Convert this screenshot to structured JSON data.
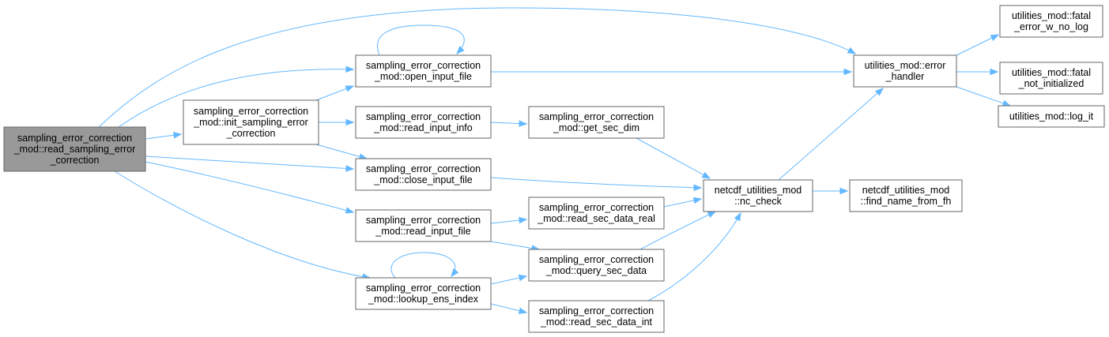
{
  "diagram": {
    "type": "call-graph",
    "colors": {
      "edge": "#63b8ff",
      "node_border": "#666666",
      "root_fill": "#999999",
      "node_fill": "#ffffff"
    },
    "nodes": [
      {
        "id": "read_sampling_error_correction",
        "lines": [
          "sampling_error_correction",
          "_mod::read_sampling_error",
          "_correction"
        ],
        "root": true
      },
      {
        "id": "init_sampling_error_correction",
        "lines": [
          "sampling_error_correction",
          "_mod::init_sampling_error",
          "_correction"
        ]
      },
      {
        "id": "open_input_file",
        "lines": [
          "sampling_error_correction",
          "_mod::open_input_file"
        ]
      },
      {
        "id": "read_input_info",
        "lines": [
          "sampling_error_correction",
          "_mod::read_input_info"
        ]
      },
      {
        "id": "close_input_file",
        "lines": [
          "sampling_error_correction",
          "_mod::close_input_file"
        ]
      },
      {
        "id": "read_input_file",
        "lines": [
          "sampling_error_correction",
          "_mod::read_input_file"
        ]
      },
      {
        "id": "lookup_ens_index",
        "lines": [
          "sampling_error_correction",
          "_mod::lookup_ens_index"
        ]
      },
      {
        "id": "get_sec_dim",
        "lines": [
          "sampling_error_correction",
          "_mod::get_sec_dim"
        ]
      },
      {
        "id": "read_sec_data_real",
        "lines": [
          "sampling_error_correction",
          "_mod::read_sec_data_real"
        ]
      },
      {
        "id": "query_sec_data",
        "lines": [
          "sampling_error_correction",
          "_mod::query_sec_data"
        ]
      },
      {
        "id": "read_sec_data_int",
        "lines": [
          "sampling_error_correction",
          "_mod::read_sec_data_int"
        ]
      },
      {
        "id": "nc_check",
        "lines": [
          "netcdf_utilities_mod",
          "::nc_check"
        ]
      },
      {
        "id": "error_handler",
        "lines": [
          "utilities_mod::error",
          "_handler"
        ]
      },
      {
        "id": "find_name_from_fh",
        "lines": [
          "netcdf_utilities_mod",
          "::find_name_from_fh"
        ]
      },
      {
        "id": "fatal_error_w_no_log",
        "lines": [
          "utilities_mod::fatal",
          "_error_w_no_log"
        ]
      },
      {
        "id": "fatal_not_initialized",
        "lines": [
          "utilities_mod::fatal",
          "_not_initialized"
        ]
      },
      {
        "id": "log_it",
        "lines": [
          "utilities_mod::log_it"
        ]
      }
    ],
    "edges": [
      {
        "from": "read_sampling_error_correction",
        "to": "error_handler"
      },
      {
        "from": "read_sampling_error_correction",
        "to": "open_input_file"
      },
      {
        "from": "read_sampling_error_correction",
        "to": "init_sampling_error_correction"
      },
      {
        "from": "read_sampling_error_correction",
        "to": "close_input_file"
      },
      {
        "from": "read_sampling_error_correction",
        "to": "read_input_file"
      },
      {
        "from": "read_sampling_error_correction",
        "to": "lookup_ens_index"
      },
      {
        "from": "init_sampling_error_correction",
        "to": "open_input_file"
      },
      {
        "from": "init_sampling_error_correction",
        "to": "read_input_info"
      },
      {
        "from": "init_sampling_error_correction",
        "to": "close_input_file"
      },
      {
        "from": "open_input_file",
        "to": "open_input_file"
      },
      {
        "from": "open_input_file",
        "to": "error_handler"
      },
      {
        "from": "read_input_info",
        "to": "get_sec_dim"
      },
      {
        "from": "get_sec_dim",
        "to": "nc_check"
      },
      {
        "from": "close_input_file",
        "to": "nc_check"
      },
      {
        "from": "read_input_file",
        "to": "read_sec_data_real"
      },
      {
        "from": "read_input_file",
        "to": "query_sec_data"
      },
      {
        "from": "read_sec_data_real",
        "to": "nc_check"
      },
      {
        "from": "query_sec_data",
        "to": "nc_check"
      },
      {
        "from": "lookup_ens_index",
        "to": "lookup_ens_index"
      },
      {
        "from": "lookup_ens_index",
        "to": "query_sec_data"
      },
      {
        "from": "lookup_ens_index",
        "to": "read_sec_data_int"
      },
      {
        "from": "read_sec_data_int",
        "to": "nc_check"
      },
      {
        "from": "nc_check",
        "to": "error_handler"
      },
      {
        "from": "nc_check",
        "to": "find_name_from_fh"
      },
      {
        "from": "error_handler",
        "to": "fatal_error_w_no_log"
      },
      {
        "from": "error_handler",
        "to": "fatal_not_initialized"
      },
      {
        "from": "error_handler",
        "to": "log_it"
      }
    ]
  }
}
